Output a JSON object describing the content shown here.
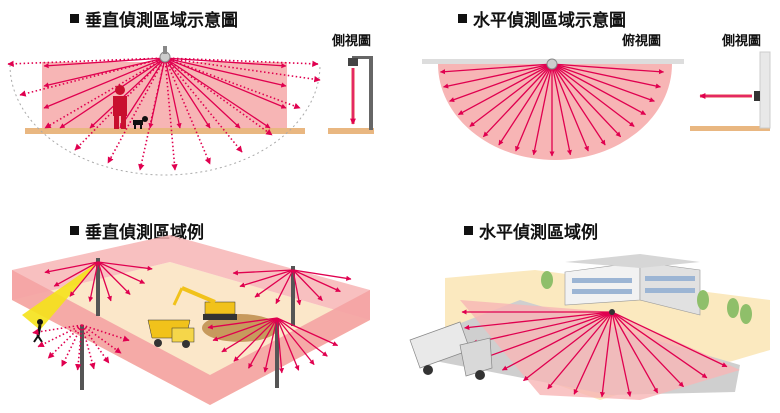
{
  "panels": {
    "vertical_diagram": {
      "title": "垂直偵測區域示意圖",
      "side_label": "側視圖"
    },
    "horizontal_diagram": {
      "title": "水平偵測區域示意圖",
      "top_label": "俯視圖",
      "side_label": "側視圖"
    },
    "vertical_example": {
      "title": "垂直偵測區域例"
    },
    "horizontal_example": {
      "title": "水平偵測區域例"
    }
  },
  "colors": {
    "zone_fill": "#f7b5b5",
    "ray": "#e0004f",
    "ground": "#e9b781",
    "beam": "#f5e21a"
  },
  "icons": [
    "sensor-icon",
    "person-icon",
    "dog-icon",
    "excavator-icon",
    "truck-icon",
    "building-icon"
  ]
}
